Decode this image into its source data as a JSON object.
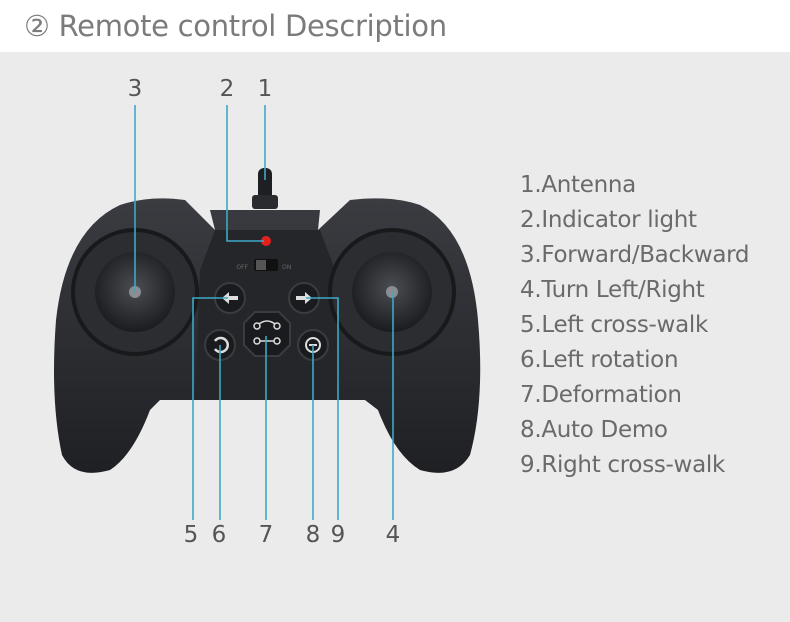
{
  "title": "② Remote control Description",
  "callout_numbers": {
    "n1": "1",
    "n2": "2",
    "n3": "3",
    "n4": "4",
    "n5": "5",
    "n6": "6",
    "n7": "7",
    "n8": "8",
    "n9": "9"
  },
  "switch_labels": {
    "off": "OFF",
    "on": "ON"
  },
  "legend": [
    "1.Antenna",
    "2.Indicator light",
    "3.Forward/Backward",
    "4.Turn Left/Right",
    "5.Left cross-walk",
    "6.Left rotation",
    "7.Deformation",
    "8.Auto Demo",
    "9.Right cross-walk"
  ],
  "colors": {
    "leader_line": "#3ea8c6",
    "controller": "#2a2c30",
    "background": "#ebebeb",
    "indicator": "#e0221e"
  }
}
